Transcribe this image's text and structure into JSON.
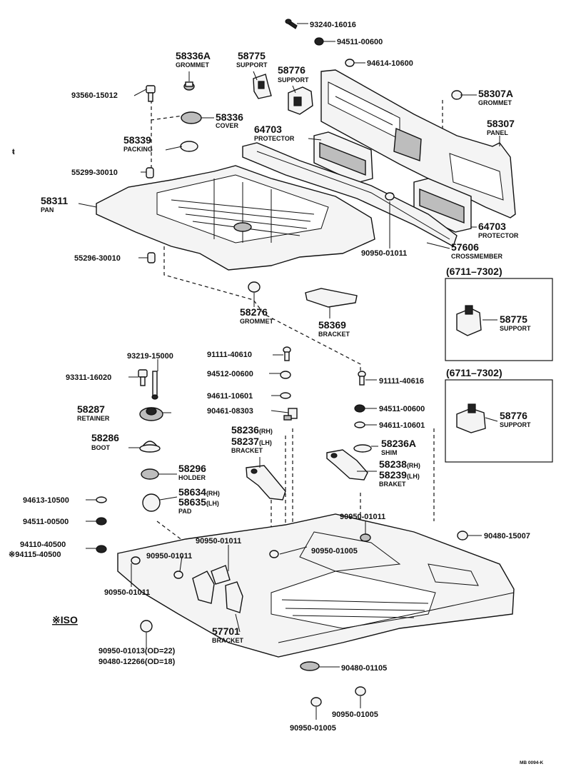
{
  "parts": {
    "bolt_top": "93240-16016",
    "nut_top": "94511-00600",
    "washer_top": "94614-10600",
    "grommet_58336A": {
      "number": "58336A",
      "name": "GROMMET"
    },
    "support_58775": {
      "number": "58775",
      "name": "SUPPORT"
    },
    "support_58776": {
      "number": "58776",
      "name": "SUPPORT"
    },
    "grommet_58307A": {
      "number": "58307A",
      "name": "GROMMET"
    },
    "bolt_93560": "93560-15012",
    "cover_58336": {
      "number": "58336",
      "name": "COVER"
    },
    "panel_58307": {
      "number": "58307",
      "name": "PANEL"
    },
    "protector_upper": {
      "number": "64703",
      "name": "PROTECTOR"
    },
    "packing_58339": {
      "number": "58339",
      "name": "PACKING"
    },
    "plug_55299": "55299-30010",
    "pan_58311": {
      "number": "58311",
      "name": "PAN"
    },
    "protector_lower": {
      "number": "64703",
      "name": "PROTECTOR"
    },
    "plug_90950_01011": "90950-01011",
    "crossmember_57606": {
      "number": "57606",
      "name": "CROSSMEMBER"
    },
    "plug_55296": "55296-30010",
    "grommet_58276": {
      "number": "58276",
      "name": "GROMMET"
    },
    "bracket_58369": {
      "number": "58369",
      "name": "BRACKET"
    },
    "inset1": {
      "range": "(6711–7302)",
      "number": "58775",
      "name": "SUPPORT"
    },
    "inset2": {
      "range": "(6711–7302)",
      "number": "58776",
      "name": "SUPPORT"
    },
    "screw_93219": "93219-15000",
    "bolt_91111_a": "91111-40610",
    "bolt_93311": "93311-16020",
    "nut_94512": "94512-00600",
    "bolt_91111_b": "91111-40616",
    "washer_94611_a": "94611-10601",
    "nut_90461": "90461-08303",
    "retainer_58287": {
      "number": "58287",
      "name": "RETAINER"
    },
    "nut_94511_mid": "94511-00600",
    "washer_94611_b": "94611-10601",
    "bracket_58236": {
      "number": "58236",
      "suffix": "(RH)"
    },
    "bracket_58237": {
      "number": "58237",
      "suffix": "(LH)",
      "name": "BRACKET"
    },
    "shim_58236A": {
      "number": "58236A",
      "name": "SHIM"
    },
    "boot_58286": {
      "number": "58286",
      "name": "BOOT"
    },
    "holder_58296": {
      "number": "58296",
      "name": "HOLDER"
    },
    "bracket_58238": {
      "number": "58238",
      "suffix": "(RH)"
    },
    "bracket_58239": {
      "number": "58239",
      "suffix": "(LH)",
      "name": "BRAKET"
    },
    "washer_94613": "94613-10500",
    "pad_58634": {
      "number": "58634",
      "suffix": "(RH)"
    },
    "pad_58635": {
      "number": "58635",
      "suffix": "(LH)",
      "name": "PAD"
    },
    "nut_94511_low": "94511-00500",
    "plug_90950_01011_b": "90950-01011",
    "plug_90950_01011_c": "90950-01011",
    "plug_90480_15007": "90480-15007",
    "nut_94110": "94110-40500",
    "nut_94115": "※94115-40500",
    "plug_90950_01011_d": "90950-01011",
    "plug_90950_01005_a": "90950-01005",
    "plug_90950_01011_e": "90950-01011",
    "bracket_57701": {
      "number": "57701",
      "name": "BRACKET"
    },
    "iso_note": "※ISO",
    "plug_90950_01013": "90950-01013(OD=22)",
    "plug_90480_12266": "90480-12266(OD=18)",
    "plug_90480_01105": "90480-01105",
    "plug_90950_01005_b": "90950-01005",
    "plug_90950_01005_c": "90950-01005",
    "ref_code": "MB 0094-K"
  }
}
